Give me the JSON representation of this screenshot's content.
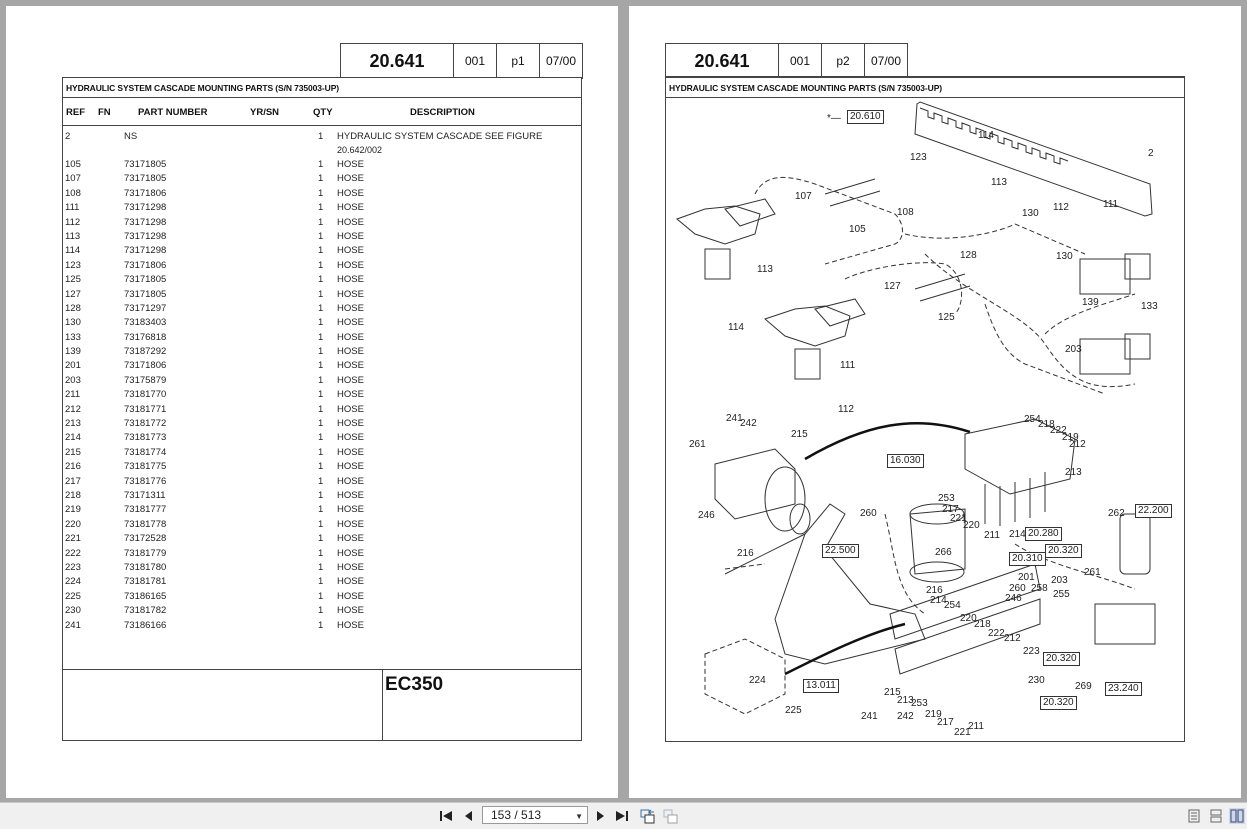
{
  "pages": {
    "left": {
      "header": {
        "ref": "20.641",
        "code": "001",
        "page": "p1",
        "date": "07/00"
      },
      "title": "HYDRAULIC SYSTEM CASCADE MOUNTING PARTS (S/N 735003-UP)",
      "columns": {
        "ref": "REF",
        "fn": "FN",
        "part_number": "PART NUMBER",
        "yrsn": "YR/SN",
        "qty": "QTY",
        "description": "DESCRIPTION"
      },
      "first_row": {
        "ref": "2",
        "part_number": "NS",
        "qty": "1",
        "description": "HYDRAULIC SYSTEM CASCADE SEE FIGURE",
        "description_line2": "20.642/002"
      },
      "rows": [
        {
          "ref": "105",
          "part_number": "73171805",
          "qty": "1",
          "description": "HOSE"
        },
        {
          "ref": "107",
          "part_number": "73171805",
          "qty": "1",
          "description": "HOSE"
        },
        {
          "ref": "108",
          "part_number": "73171806",
          "qty": "1",
          "description": "HOSE"
        },
        {
          "ref": "111",
          "part_number": "73171298",
          "qty": "1",
          "description": "HOSE"
        },
        {
          "ref": "112",
          "part_number": "73171298",
          "qty": "1",
          "description": "HOSE"
        },
        {
          "ref": "113",
          "part_number": "73171298",
          "qty": "1",
          "description": "HOSE"
        },
        {
          "ref": "114",
          "part_number": "73171298",
          "qty": "1",
          "description": "HOSE"
        },
        {
          "ref": "123",
          "part_number": "73171806",
          "qty": "1",
          "description": "HOSE"
        },
        {
          "ref": "125",
          "part_number": "73171805",
          "qty": "1",
          "description": "HOSE"
        },
        {
          "ref": "127",
          "part_number": "73171805",
          "qty": "1",
          "description": "HOSE"
        },
        {
          "ref": "128",
          "part_number": "73171297",
          "qty": "1",
          "description": "HOSE"
        },
        {
          "ref": "130",
          "part_number": "73183403",
          "qty": "1",
          "description": "HOSE"
        },
        {
          "ref": "133",
          "part_number": "73176818",
          "qty": "1",
          "description": "HOSE"
        },
        {
          "ref": "139",
          "part_number": "73187292",
          "qty": "1",
          "description": "HOSE"
        },
        {
          "ref": "201",
          "part_number": "73171806",
          "qty": "1",
          "description": "HOSE"
        },
        {
          "ref": "203",
          "part_number": "73175879",
          "qty": "1",
          "description": "HOSE"
        },
        {
          "ref": "211",
          "part_number": "73181770",
          "qty": "1",
          "description": "HOSE"
        },
        {
          "ref": "212",
          "part_number": "73181771",
          "qty": "1",
          "description": "HOSE"
        },
        {
          "ref": "213",
          "part_number": "73181772",
          "qty": "1",
          "description": "HOSE"
        },
        {
          "ref": "214",
          "part_number": "73181773",
          "qty": "1",
          "description": "HOSE"
        },
        {
          "ref": "215",
          "part_number": "73181774",
          "qty": "1",
          "description": "HOSE"
        },
        {
          "ref": "216",
          "part_number": "73181775",
          "qty": "1",
          "description": "HOSE"
        },
        {
          "ref": "217",
          "part_number": "73181776",
          "qty": "1",
          "description": "HOSE"
        },
        {
          "ref": "218",
          "part_number": "73171311",
          "qty": "1",
          "description": "HOSE"
        },
        {
          "ref": "219",
          "part_number": "73181777",
          "qty": "1",
          "description": "HOSE"
        },
        {
          "ref": "220",
          "part_number": "73181778",
          "qty": "1",
          "description": "HOSE"
        },
        {
          "ref": "221",
          "part_number": "73172528",
          "qty": "1",
          "description": "HOSE"
        },
        {
          "ref": "222",
          "part_number": "73181779",
          "qty": "1",
          "description": "HOSE"
        },
        {
          "ref": "223",
          "part_number": "73181780",
          "qty": "1",
          "description": "HOSE"
        },
        {
          "ref": "224",
          "part_number": "73181781",
          "qty": "1",
          "description": "HOSE"
        },
        {
          "ref": "225",
          "part_number": "73186165",
          "qty": "1",
          "description": "HOSE"
        },
        {
          "ref": "230",
          "part_number": "73181782",
          "qty": "1",
          "description": "HOSE"
        },
        {
          "ref": "241",
          "part_number": "73186166",
          "qty": "1",
          "description": "HOSE"
        }
      ],
      "model": "EC350"
    },
    "right": {
      "header": {
        "ref": "20.641",
        "code": "001",
        "page": "p2",
        "date": "07/00"
      },
      "title": "HYDRAULIC SYSTEM CASCADE MOUNTING PARTS (S/N 735003-UP)",
      "ref_boxes": [
        "20.610",
        "16.030",
        "22.500",
        "20.310",
        "20.280",
        "20.320",
        "22.200",
        "20.320",
        "20.320",
        "23.240",
        "13.011"
      ],
      "callouts": [
        "114",
        "2",
        "123",
        "113",
        "107",
        "108",
        "130",
        "112",
        "111",
        "105",
        "113",
        "128",
        "130",
        "127",
        "139",
        "133",
        "125",
        "114",
        "203",
        "111",
        "112",
        "241",
        "242",
        "215",
        "254",
        "218",
        "222",
        "219",
        "212",
        "261",
        "213",
        "253",
        "217",
        "221",
        "220",
        "211",
        "214",
        "246",
        "260",
        "262",
        "216",
        "266",
        "201",
        "261",
        "260",
        "258",
        "203",
        "255",
        "246",
        "216",
        "214",
        "254",
        "220",
        "218",
        "222",
        "212",
        "223",
        "230",
        "269",
        "224",
        "225",
        "215",
        "213",
        "253",
        "219",
        "217",
        "221",
        "211",
        "241",
        "242"
      ]
    }
  },
  "toolbar": {
    "first_page_icon": "first-page",
    "prev_page_icon": "prev-page",
    "page_indicator": "153 / 513",
    "next_page_icon": "next-page",
    "last_page_icon": "last-page",
    "view_modes": [
      "single-page",
      "continuous",
      "two-page"
    ]
  }
}
